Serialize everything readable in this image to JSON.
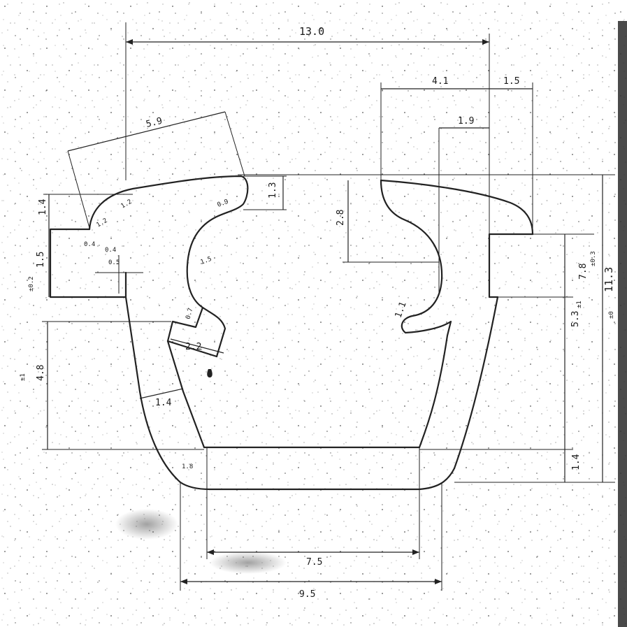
{
  "drawing": {
    "paper_color": "#ffffff",
    "ink_color": "#222222",
    "dimensions": {
      "overall_width": "13.0",
      "top_right_width": "4.1",
      "top_right_lip": "1.5",
      "inner_right_lip": "1.9",
      "top_angled_length": "5.9",
      "lip_height": "1.3",
      "left_lip_height": "1.4",
      "left_flange_height": "1.5",
      "left_flange_tol": "±0.2",
      "left_radius_1": "1.2",
      "left_radius_2": "1.2",
      "left_radius_3": "0.4",
      "left_small_1": "0.4",
      "left_small_2": "0.5",
      "top_radius": "0.9",
      "inner_radius": "1.5",
      "right_inner_height": "2.8",
      "right_inner_radius": "1.1",
      "notch_height": "0.7",
      "notch_width": "2.2",
      "wall_thickness": "1.4",
      "left_height": "4.8",
      "left_height_tol": "±1",
      "right_flange_height": "7.8",
      "right_flange_tol": "±0.3",
      "right_lower_height": "5.3",
      "right_lower_tol": "±1",
      "overall_height": "11.3",
      "overall_height_tol": "±0",
      "bottom_height": "1.4",
      "bottom_radius": "1.8",
      "inner_bottom_width": "7.5",
      "outer_bottom_width": "9.5"
    }
  }
}
